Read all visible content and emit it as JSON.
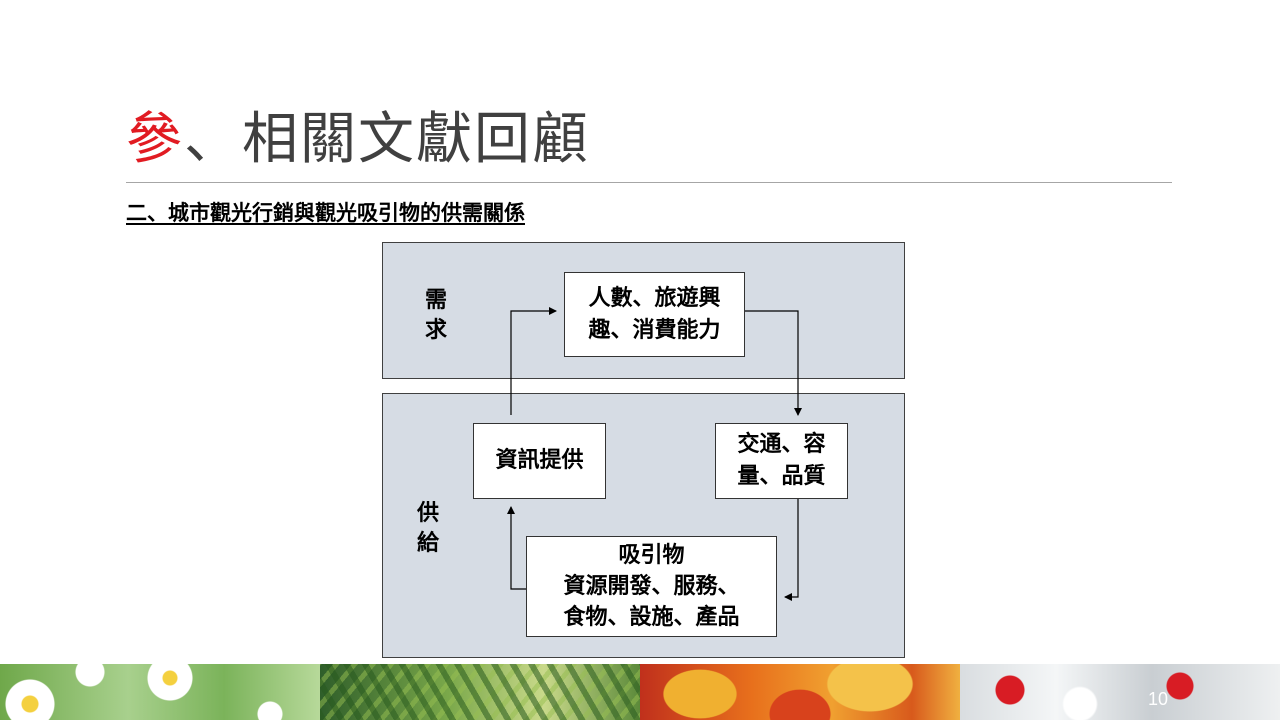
{
  "title": {
    "accent": "參",
    "rest": "、相關文獻回顧"
  },
  "subtitle": "二、城市觀光行銷與觀光吸引物的供需關係",
  "diagram": {
    "demand_label": "需\n求",
    "supply_label": "供\n給",
    "boxes": {
      "demand_factors": "人數、旅遊興\n趣、消費能力",
      "information": "資訊提供",
      "transport": "交通、容\n量、品質",
      "attractions": "吸引物\n資源開發、服務、\n食物、設施、產品"
    }
  },
  "footer": {
    "page_number": "10"
  },
  "colors": {
    "accent": "#e11b22",
    "title_text": "#404040",
    "panel_fill": "#d6dce4"
  }
}
